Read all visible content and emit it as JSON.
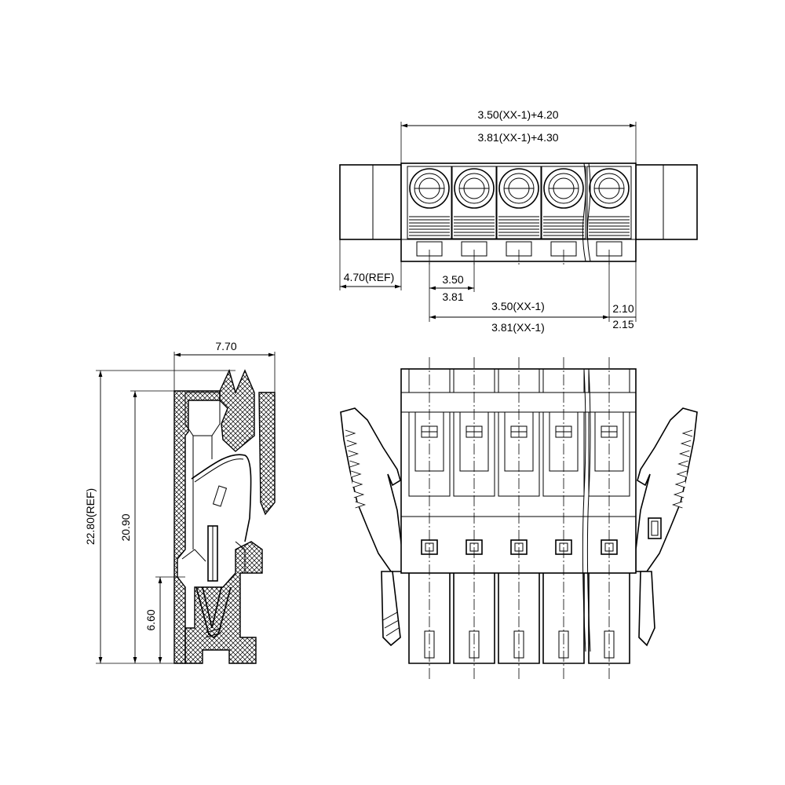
{
  "drawing": {
    "top_view": {
      "pitch_count": 5,
      "dim_total_350": "3.50(XX-1)+4.20",
      "dim_total_381": "3.81(XX-1)+4.30",
      "dim_ref_left": "4.70(REF)",
      "dim_pitch_350": "3.50",
      "dim_pitch_381": "3.81",
      "dim_span_350": "3.50(XX-1)",
      "dim_span_381": "3.81(XX-1)",
      "dim_edge_350": "2.10",
      "dim_edge_381": "2.15"
    },
    "side_view": {
      "dim_width": "7.70",
      "dim_overall": "22.80(REF)",
      "dim_body": "20.90",
      "dim_pin": "6.60"
    },
    "front_view": {
      "pitch_count": 5
    }
  }
}
